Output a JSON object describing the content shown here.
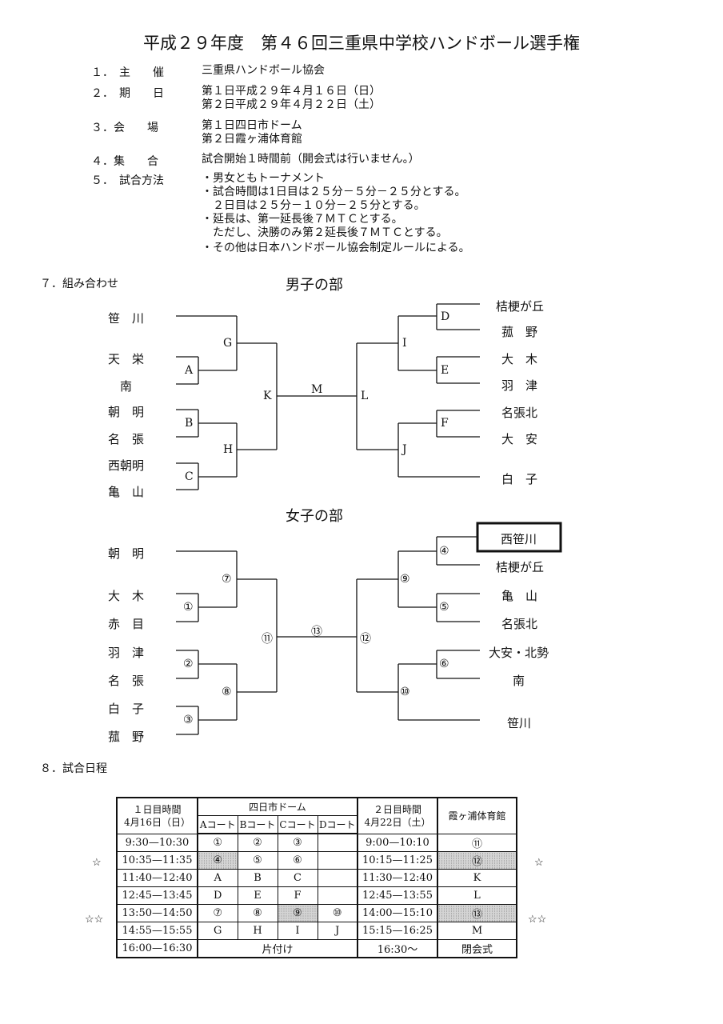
{
  "title": "平成２９年度　第４６回三重県中学校ハンドボール選手権",
  "info": [
    {
      "label": "１．　主　　催",
      "lines": [
        "三重県ハンドボール協会"
      ]
    },
    {
      "label": "２．　期　　日",
      "lines": [
        "第１日平成２９年４月１６日（日）",
        "第２日平成２９年４月２２日（土）"
      ]
    },
    {
      "label": "３．会　　場",
      "lines": [
        "第１日四日市ドーム",
        "第２日霞ヶ浦体育館"
      ]
    },
    {
      "label": "４．集　　合",
      "lines": [
        "試合開始１時間前（開会式は行いません。）"
      ]
    },
    {
      "label": "５．　試合方法",
      "lines": [
        "・男女ともトーナメント",
        "・試合時間は1日目は２５分－５分－２５分とする。",
        "　２日目は２５分－１０分－２５分とする。",
        "・延長は、第一延長後７ＭＴＣとする。",
        "　ただし、決勝のみ第２延長後７ＭＴＣとする。",
        "・その他は日本ハンドボール協会制定ルールによる。"
      ]
    }
  ],
  "section7": "７．組み合わせ",
  "section8": "８．試合日程",
  "boys": {
    "heading": "男子の部",
    "left_teams": [
      "笹　川",
      "天　栄",
      "南",
      "朝　明",
      "名　張",
      "西朝明",
      "亀　山"
    ],
    "right_teams": [
      "桔梗が丘",
      "菰　野",
      "大　木",
      "羽　津",
      "名張北",
      "大　安",
      "白　子"
    ],
    "nodes": [
      "A",
      "B",
      "C",
      "G",
      "H",
      "K",
      "M",
      "L",
      "I",
      "J",
      "D",
      "E",
      "F"
    ]
  },
  "girls": {
    "heading": "女子の部",
    "left_teams": [
      "朝　明",
      "大　木",
      "赤　目",
      "羽　津",
      "名　張",
      "白　子",
      "菰　野"
    ],
    "right_teams": [
      "西笹川",
      "桔梗が丘",
      "亀　山",
      "名張北",
      "大安・北勢",
      "南",
      "笹川"
    ],
    "nodes": [
      "①",
      "②",
      "③",
      "⑦",
      "⑧",
      "⑪",
      "⑬",
      "⑫",
      "⑨",
      "⑩",
      "④",
      "⑤",
      "⑥"
    ]
  },
  "schedule": {
    "header": {
      "day1_time": "１日目時間",
      "day1_date": "4月16日（日）",
      "venue1": "四日市ドーム",
      "courts": [
        "Aコート",
        "Bコート",
        "Cコート",
        "Dコート"
      ],
      "day2_time": "２日目時間",
      "day2_date": "4月22日（土）",
      "venue2": "霞ヶ浦体育館"
    },
    "rows": [
      {
        "t1": "9:30—10:30",
        "a": "①",
        "b": "②",
        "c": "③",
        "d": "",
        "t2": "9:00—10:10",
        "v2": "⑪",
        "star": ""
      },
      {
        "t1": "10:35—11:35",
        "a": "④",
        "b": "⑤",
        "c": "⑥",
        "d": "",
        "t2": "10:15—11:25",
        "v2": "⑫",
        "star": "☆"
      },
      {
        "t1": "11:40—12:40",
        "a": "A",
        "b": "B",
        "c": "C",
        "d": "",
        "t2": "11:30—12:40",
        "v2": "K",
        "star": ""
      },
      {
        "t1": "12:45—13:45",
        "a": "D",
        "b": "E",
        "c": "F",
        "d": "",
        "t2": "12:45—13:55",
        "v2": "L",
        "star": ""
      },
      {
        "t1": "13:50—14:50",
        "a": "⑦",
        "b": "⑧",
        "c": "⑨",
        "d": "⑩",
        "t2": "14:00—15:10",
        "v2": "⑬",
        "star": "☆☆"
      },
      {
        "t1": "14:55—15:55",
        "a": "G",
        "b": "H",
        "c": "I",
        "d": "J",
        "t2": "15:15—16:25",
        "v2": "M",
        "star": ""
      }
    ],
    "last": {
      "t1": "16:00—16:30",
      "merged": "片付け",
      "t2": "16:30～",
      "v2": "閉会式"
    }
  }
}
